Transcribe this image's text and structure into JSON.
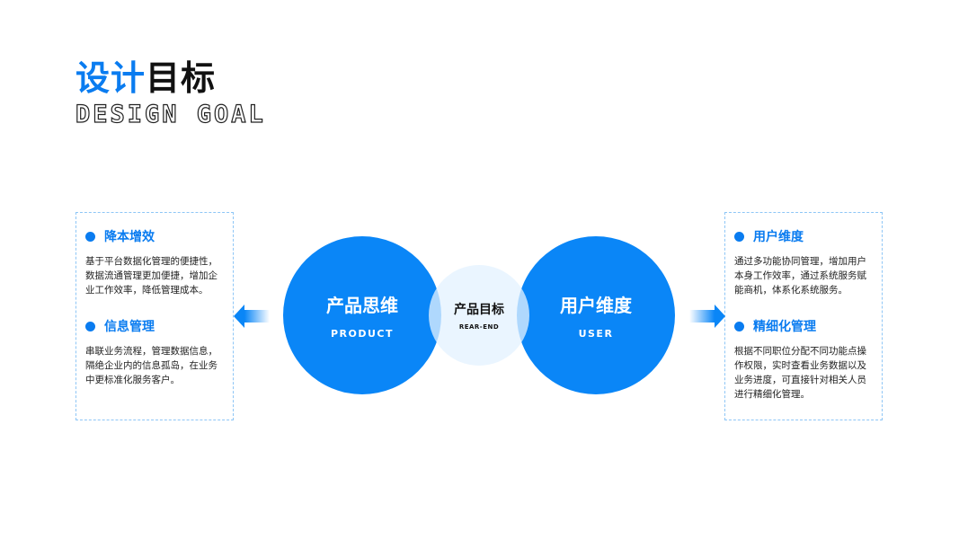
{
  "title": {
    "highlight": "设计",
    "rest": "目标",
    "subtitle": "DESIGN GOAL"
  },
  "left": {
    "sections": [
      {
        "heading": "降本增效",
        "text": "基于平台数据化管理的便捷性，数据流通管理更加便捷，增加企业工作效率，降低管理成本。"
      },
      {
        "heading": "信息管理",
        "text": "串联业务流程，管理数据信息，隔绝企业内的信息孤岛，在业务中更标准化服务客户。"
      }
    ]
  },
  "right": {
    "sections": [
      {
        "heading": "用户维度",
        "text": "通过多功能协同管理，增加用户本身工作效率，通过系统服务赋能商机，体系化系统服务。"
      },
      {
        "heading": "精细化管理",
        "text": "根据不同职位分配不同功能点操作权限，实时查看业务数据以及业务进度，可直接针对相关人员进行精细化管理。"
      }
    ]
  },
  "circles": {
    "product": {
      "cn": "产品思维",
      "en": "PRODUCT"
    },
    "center": {
      "cn": "产品目标",
      "en": "REAR-END"
    },
    "user": {
      "cn": "用户维度",
      "en": "USER"
    }
  },
  "colors": {
    "accent": "#0a86f7"
  }
}
